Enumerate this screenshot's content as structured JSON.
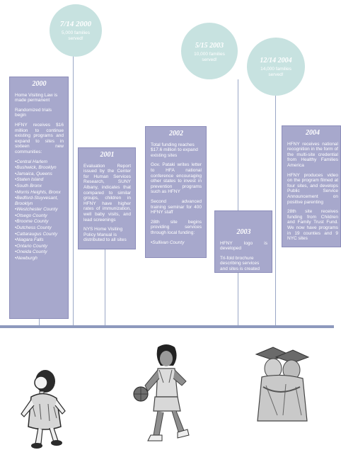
{
  "colors": {
    "circle": "#c7e2e0",
    "box": "#a7a8cc",
    "line": "#9aa7c6",
    "timeline": "#8d99bd"
  },
  "circles": [
    {
      "date": "7/14 2000",
      "text": "5,000 families served!"
    },
    {
      "date": "5/15 2003",
      "text": "10,000 families served!"
    },
    {
      "date": "12/14 2004",
      "text": "14,000 families served!"
    }
  ],
  "box2000": {
    "year": "2000",
    "p1": "Home Visiting Law is made permanent",
    "p2": "Randomized trials begin",
    "p3": "HFNY receives $16 million to continue existing programs and expand to sites in sixteen new communities:",
    "sites": [
      "•Central Harlem",
      "•Bushwick, Brooklyn",
      "•Jamaica, Queens",
      "•Staten Island",
      "•South Bronx",
      "•Morris Heights, Bronx",
      "•Bedford-Stuyvesant, Brooklyn",
      "•Westchester County",
      "•Otsego County",
      "•Broome County",
      "•Dutchess County",
      "•Cattaraugus County",
      "•Niagara Falls",
      "•Ontario County",
      "•Oneida County",
      "•Newburgh"
    ]
  },
  "box2001": {
    "year": "2001",
    "p1": "Evaluation Report issued by the Center for Human Services Research, SUNY Albany, indicates that compared to similar groups, children in HFNY have higher rates of immunization, well baby visits, and lead screenings",
    "p2": "NYS Home Visiting Policy Manual is distributed to all sites"
  },
  "box2002": {
    "year": "2002",
    "p1": "Total funding reaches $17.6 million to expand existing sites",
    "p2": "Gov. Pataki writes letter to HFA national conference encouraging other states to invest in prevention programs such as HFNY",
    "p3": "Second advanced training seminar for 400 HFNY staff",
    "p4": "28th site begins providing services through local funding:",
    "site": "•Sullivan County"
  },
  "box2003": {
    "year": "2003",
    "p1": "HFNY logo is developed",
    "p2": "Tri-fold brochure describing services and sites is created"
  },
  "box2004": {
    "year": "2004",
    "p1": "HFNY receives national recognition in the form of the multi-site credential from Healthy Families America",
    "p2": "HFNY produces video on the program filmed at four sites, and develops Public Service Announcement on positive parenting",
    "p3": "28th site receives funding from Children and Family Trust Fund. We now have programs in 19 counties and 9 NYC sites"
  },
  "illustrations": [
    "toddler-walking",
    "girl-basketball",
    "graduates-hugging"
  ]
}
